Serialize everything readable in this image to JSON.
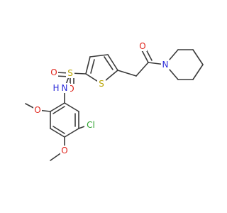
{
  "molecule": {
    "atoms": {
      "o_ketone": {
        "label": "O",
        "color": "#e0241b"
      },
      "n_piperidine": {
        "label": "N",
        "color": "#2b2bd9"
      },
      "s_thiophene": {
        "label": "S",
        "color": "#b8a300"
      },
      "s_sulfonyl": {
        "label": "S",
        "color": "#b8a300"
      },
      "o_sulfonyl_left": {
        "label": "O",
        "color": "#e0241b"
      },
      "o_sulfonyl_bottom": {
        "label": "O",
        "color": "#e0241b"
      },
      "nh_sulfonamide": {
        "label": "N",
        "color": "#2b2bd9"
      },
      "h_sulfonamide": {
        "label": "H",
        "color": "#2b2bd9"
      },
      "o_methoxy_top": {
        "label": "O",
        "color": "#e0241b"
      },
      "o_methoxy_bottom": {
        "label": "O",
        "color": "#e0241b"
      },
      "cl_chloro": {
        "label": "Cl",
        "color": "#2fa32f"
      }
    },
    "bond_color": "#3a3a3a"
  }
}
